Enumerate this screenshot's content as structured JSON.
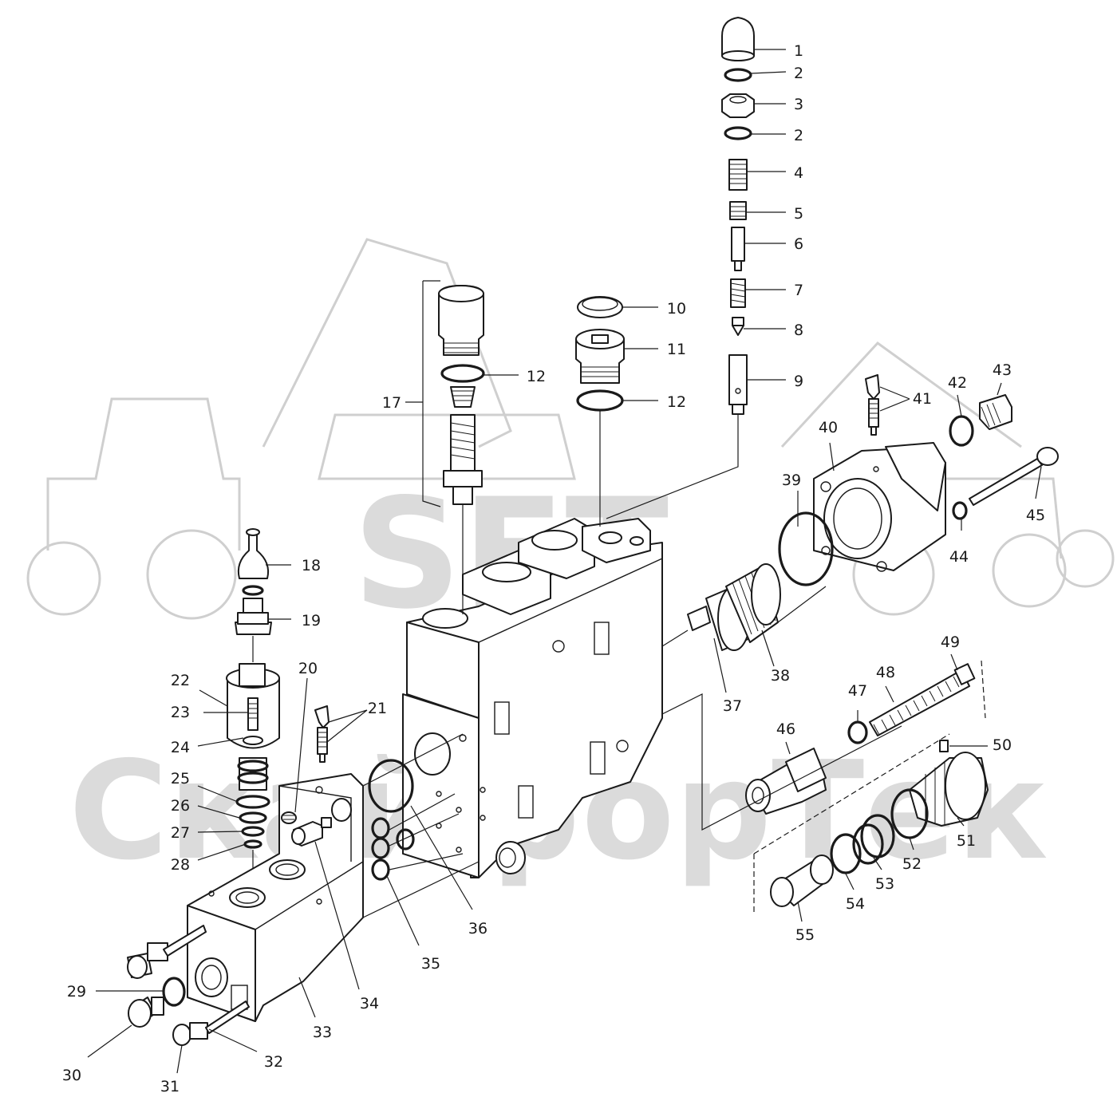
{
  "watermark": {
    "line1": "SFT",
    "line2": "СкайфорТек",
    "color": "#bdbdbd"
  },
  "diagram": {
    "callouts": [
      "1",
      "2",
      "3",
      "2",
      "4",
      "5",
      "6",
      "7",
      "8",
      "9",
      "10",
      "11",
      "12",
      "12",
      "17",
      "18",
      "19",
      "20",
      "21",
      "22",
      "23",
      "24",
      "25",
      "26",
      "27",
      "28",
      "29",
      "30",
      "31",
      "32",
      "33",
      "34",
      "35",
      "36",
      "37",
      "38",
      "39",
      "40",
      "41",
      "42",
      "43",
      "44",
      "45",
      "46",
      "47",
      "48",
      "49",
      "50",
      "51",
      "52",
      "53",
      "54",
      "55"
    ],
    "ink_color": "#1a1a1a"
  }
}
